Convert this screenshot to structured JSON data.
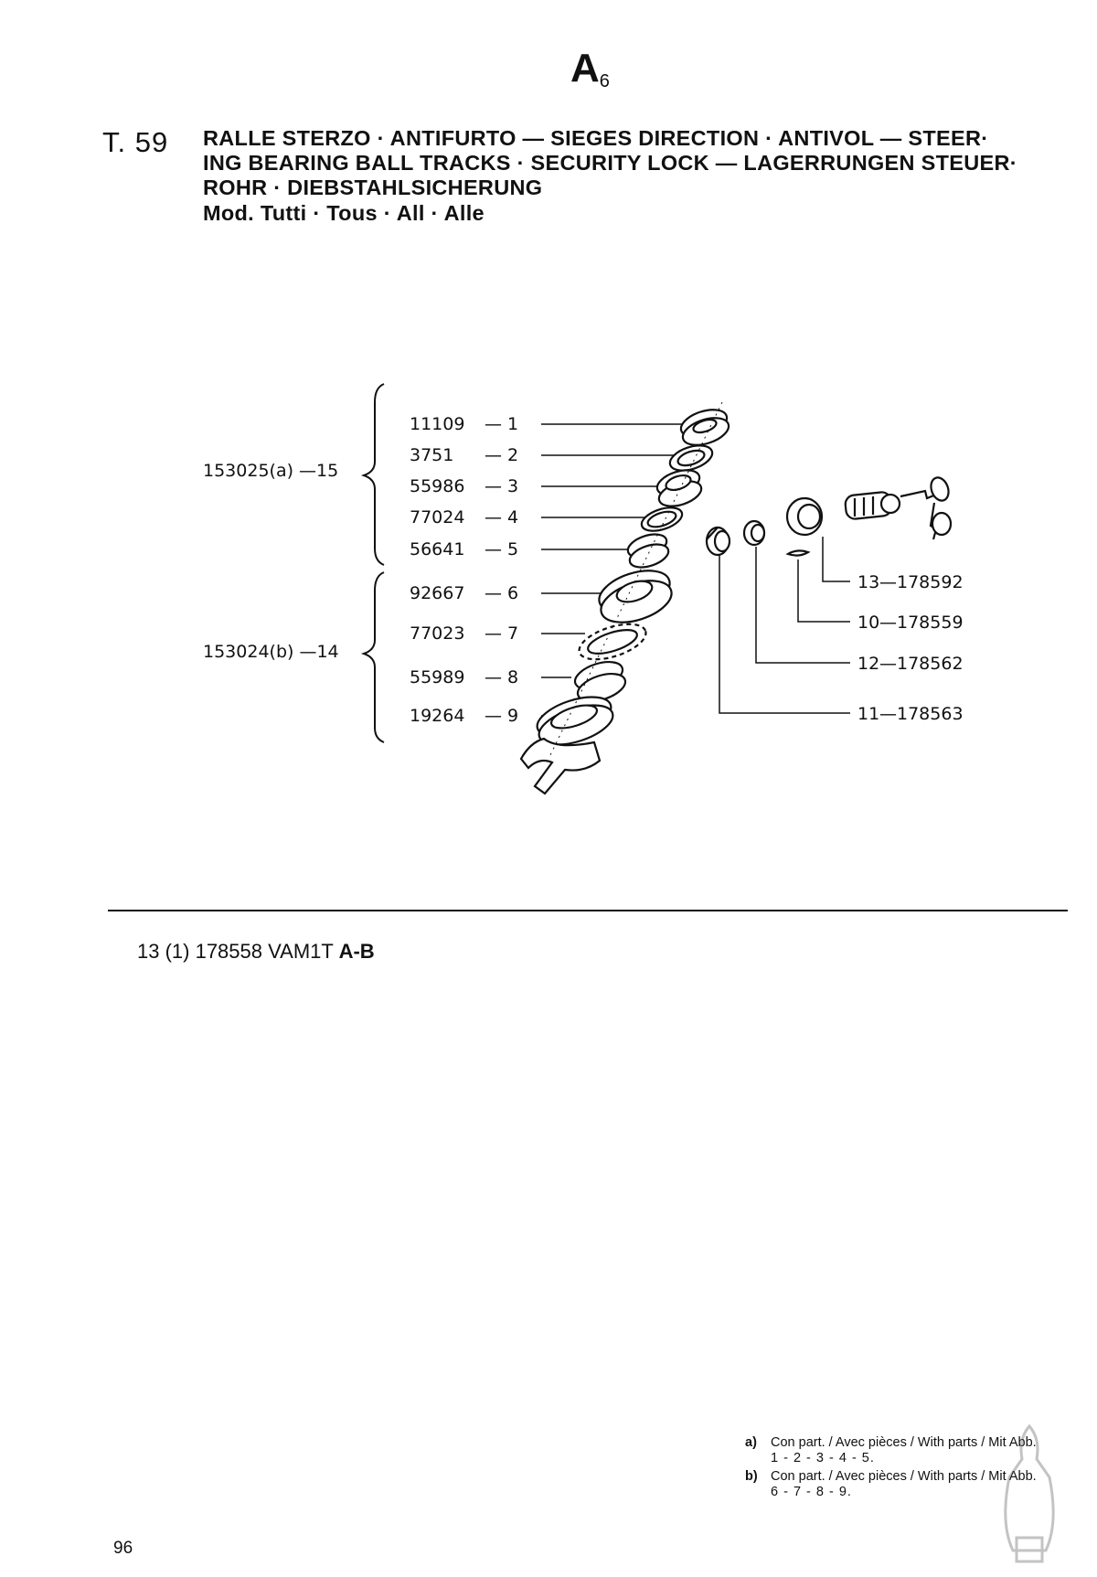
{
  "header": {
    "section_letter": "A",
    "section_sub": "6",
    "table_number": "T. 59",
    "title_lines": [
      "RALLE STERZO · ANTIFURTO — SIEGES DIRECTION · ANTIVOL — STEER·",
      "ING BEARING BALL TRACKS · SECURITY LOCK — LAGERRUNGEN STEUER·",
      "ROHR · DIEBSTAHLSICHERUNG"
    ],
    "models": "Mod. Tutti · Tous · All · Alle"
  },
  "diagram": {
    "group_a": "153025(a) —15",
    "group_b": "153024(b) —14",
    "left_callouts": [
      {
        "part": "11109",
        "ref": "— 1"
      },
      {
        "part": "3751",
        "ref": "— 2"
      },
      {
        "part": "55986",
        "ref": "— 3"
      },
      {
        "part": "77024",
        "ref": "— 4"
      },
      {
        "part": "56641",
        "ref": "— 5"
      },
      {
        "part": "92667",
        "ref": "— 6"
      },
      {
        "part": "77023",
        "ref": "— 7"
      },
      {
        "part": "55989",
        "ref": "— 8"
      },
      {
        "part": "19264",
        "ref": "— 9"
      }
    ],
    "right_callouts": [
      {
        "ref": "13",
        "part": "—178592"
      },
      {
        "ref": "10",
        "part": "—178559"
      },
      {
        "ref": "12",
        "part": "—178562"
      },
      {
        "ref": "11",
        "part": "—178563"
      }
    ]
  },
  "variant": {
    "text": "13 (1) 178558 VAM1T",
    "bold": "A-B"
  },
  "footnotes": [
    {
      "key": "a)",
      "text": "Con part. / Avec pièces / With parts / Mit Abb.",
      "seq": "1 - 2 - 3 - 4 - 5."
    },
    {
      "key": "b)",
      "text": "Con part. / Avec pièces / With parts / Mit Abb.",
      "seq": "6 - 7 - 8 - 9."
    }
  ],
  "page_number": "96"
}
